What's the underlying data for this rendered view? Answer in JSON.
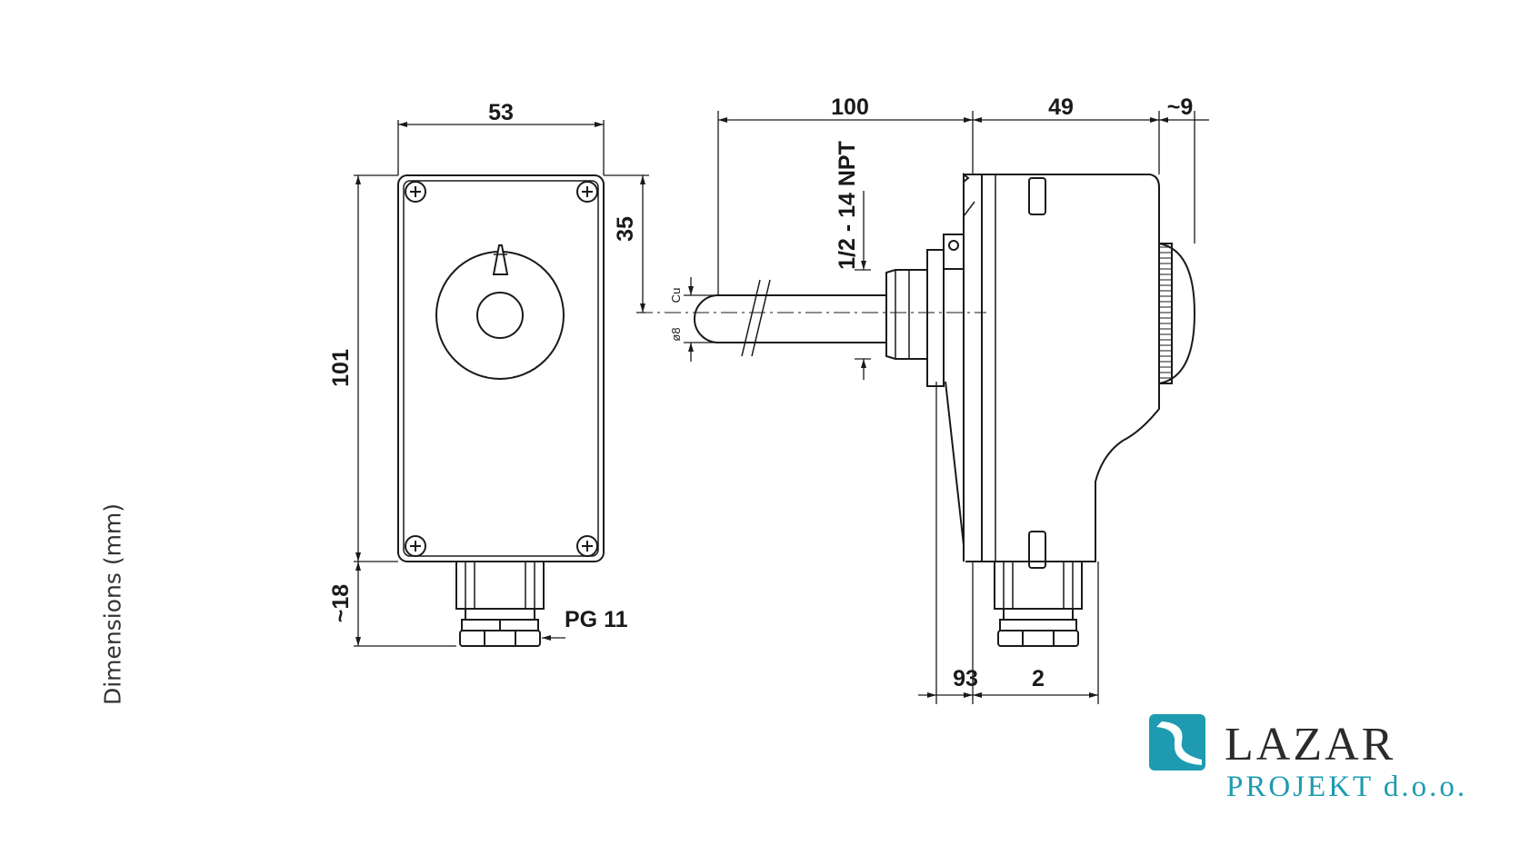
{
  "dimensions": {
    "front_width": "53",
    "front_height": "101",
    "knob_offset": "35",
    "gland_length": "~18",
    "gland_thread": "PG 11",
    "probe_length": "100",
    "thread": "1/2 - 14 NPT",
    "tube_material": "Cu",
    "tube_diameter": "ø8",
    "body_depth": "49",
    "knob_depth": "~9",
    "bottom_left": "93",
    "bottom_right": "2"
  },
  "caption": "Dimensions (mm)",
  "logo": {
    "name": "LAZAR",
    "sub": "PROJEKT d.o.o.",
    "accent": "#1e9bb0",
    "text_color": "#2b2b2b"
  },
  "colors": {
    "line": "#1a1a1a",
    "background": "#ffffff"
  }
}
